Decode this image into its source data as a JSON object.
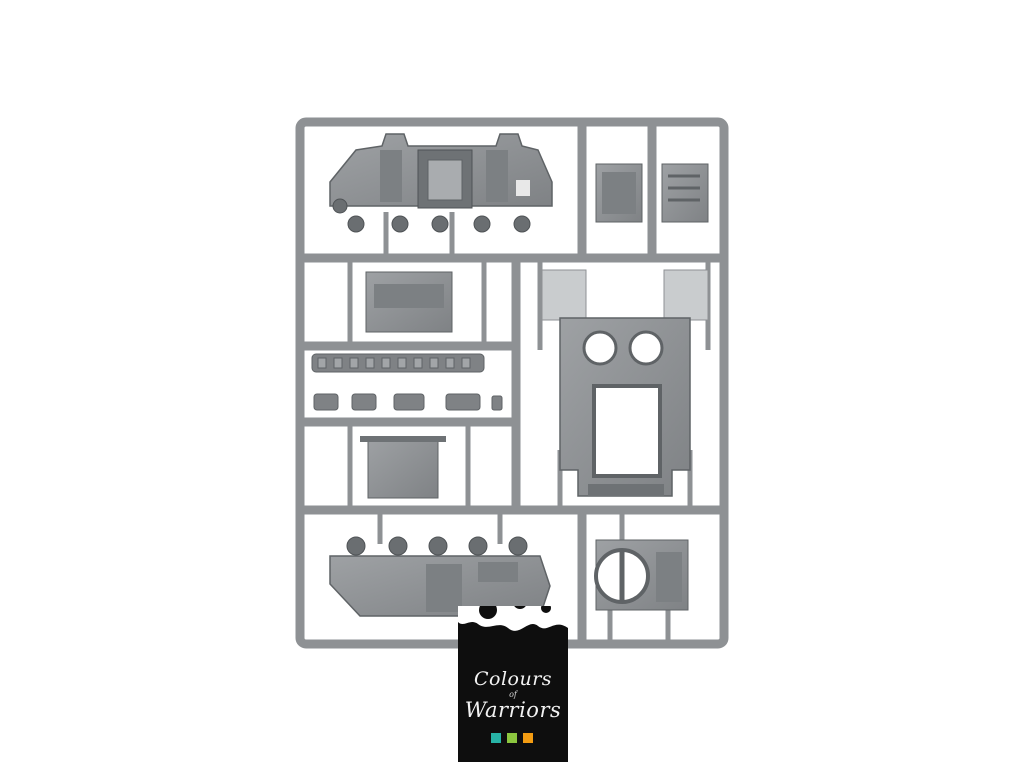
{
  "image": {
    "subject": "plastic-model-sprue",
    "background_color": "#ffffff",
    "plastic_color": "#8e9194",
    "plastic_light": "#b9bcbf",
    "plastic_dark": "#5f6366"
  },
  "watermark": {
    "line1": "Colours",
    "line2": "of",
    "line3": "Warriors",
    "background_color": "#0e0e0e",
    "text_color": "#f2f2f2",
    "swatch_colors": [
      "#27b3a6",
      "#8cc63f",
      "#f39c12"
    ]
  }
}
